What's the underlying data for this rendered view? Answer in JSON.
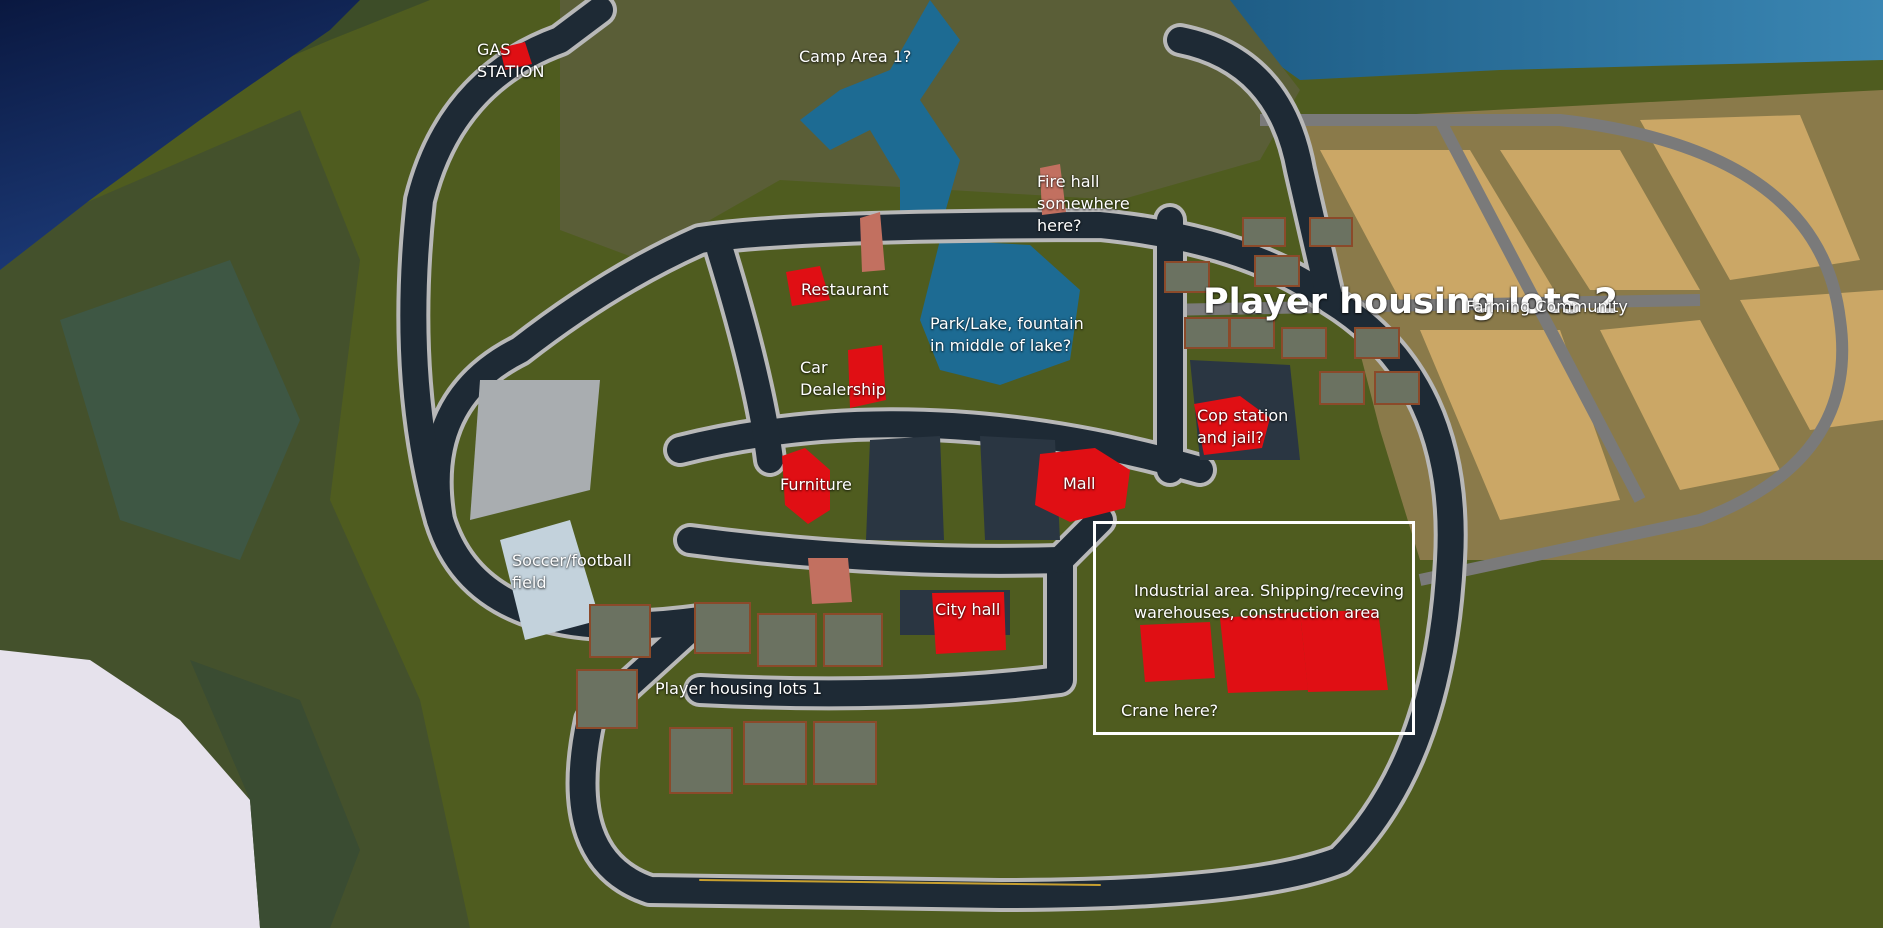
{
  "map": {
    "labels": {
      "gas_station": "GAS\nSTATION",
      "camp_area": "Camp Area 1?",
      "fire_hall": "Fire hall\nsomewhere\nhere?",
      "restaurant": "Restaurant",
      "park_lake": "Park/Lake, fountain\nin middle of lake?",
      "player_housing_2": "Player housing lots 2",
      "farming_community": "Farming Community",
      "car_dealership": "Car\nDealership",
      "cop_station": "Cop station\nand jail?",
      "furniture": "Furniture",
      "mall": "Mall",
      "soccer_field": "Soccer/football\nfield",
      "industrial_area": "Industrial area. Shipping/receving\nwarehouses, construction area",
      "city_hall": "City hall",
      "player_housing_1": "Player housing lots 1",
      "crane": "Crane here?"
    },
    "colors": {
      "grass": "#4f5c1f",
      "water": "#1d6b93",
      "ocean": "#0d2148",
      "road": "#1e2a35",
      "curb": "#b8b8b8",
      "building": "#e00f14",
      "farmland": "#c8a468",
      "lot": "#6b7261",
      "snow": "#e8e6ef"
    }
  }
}
